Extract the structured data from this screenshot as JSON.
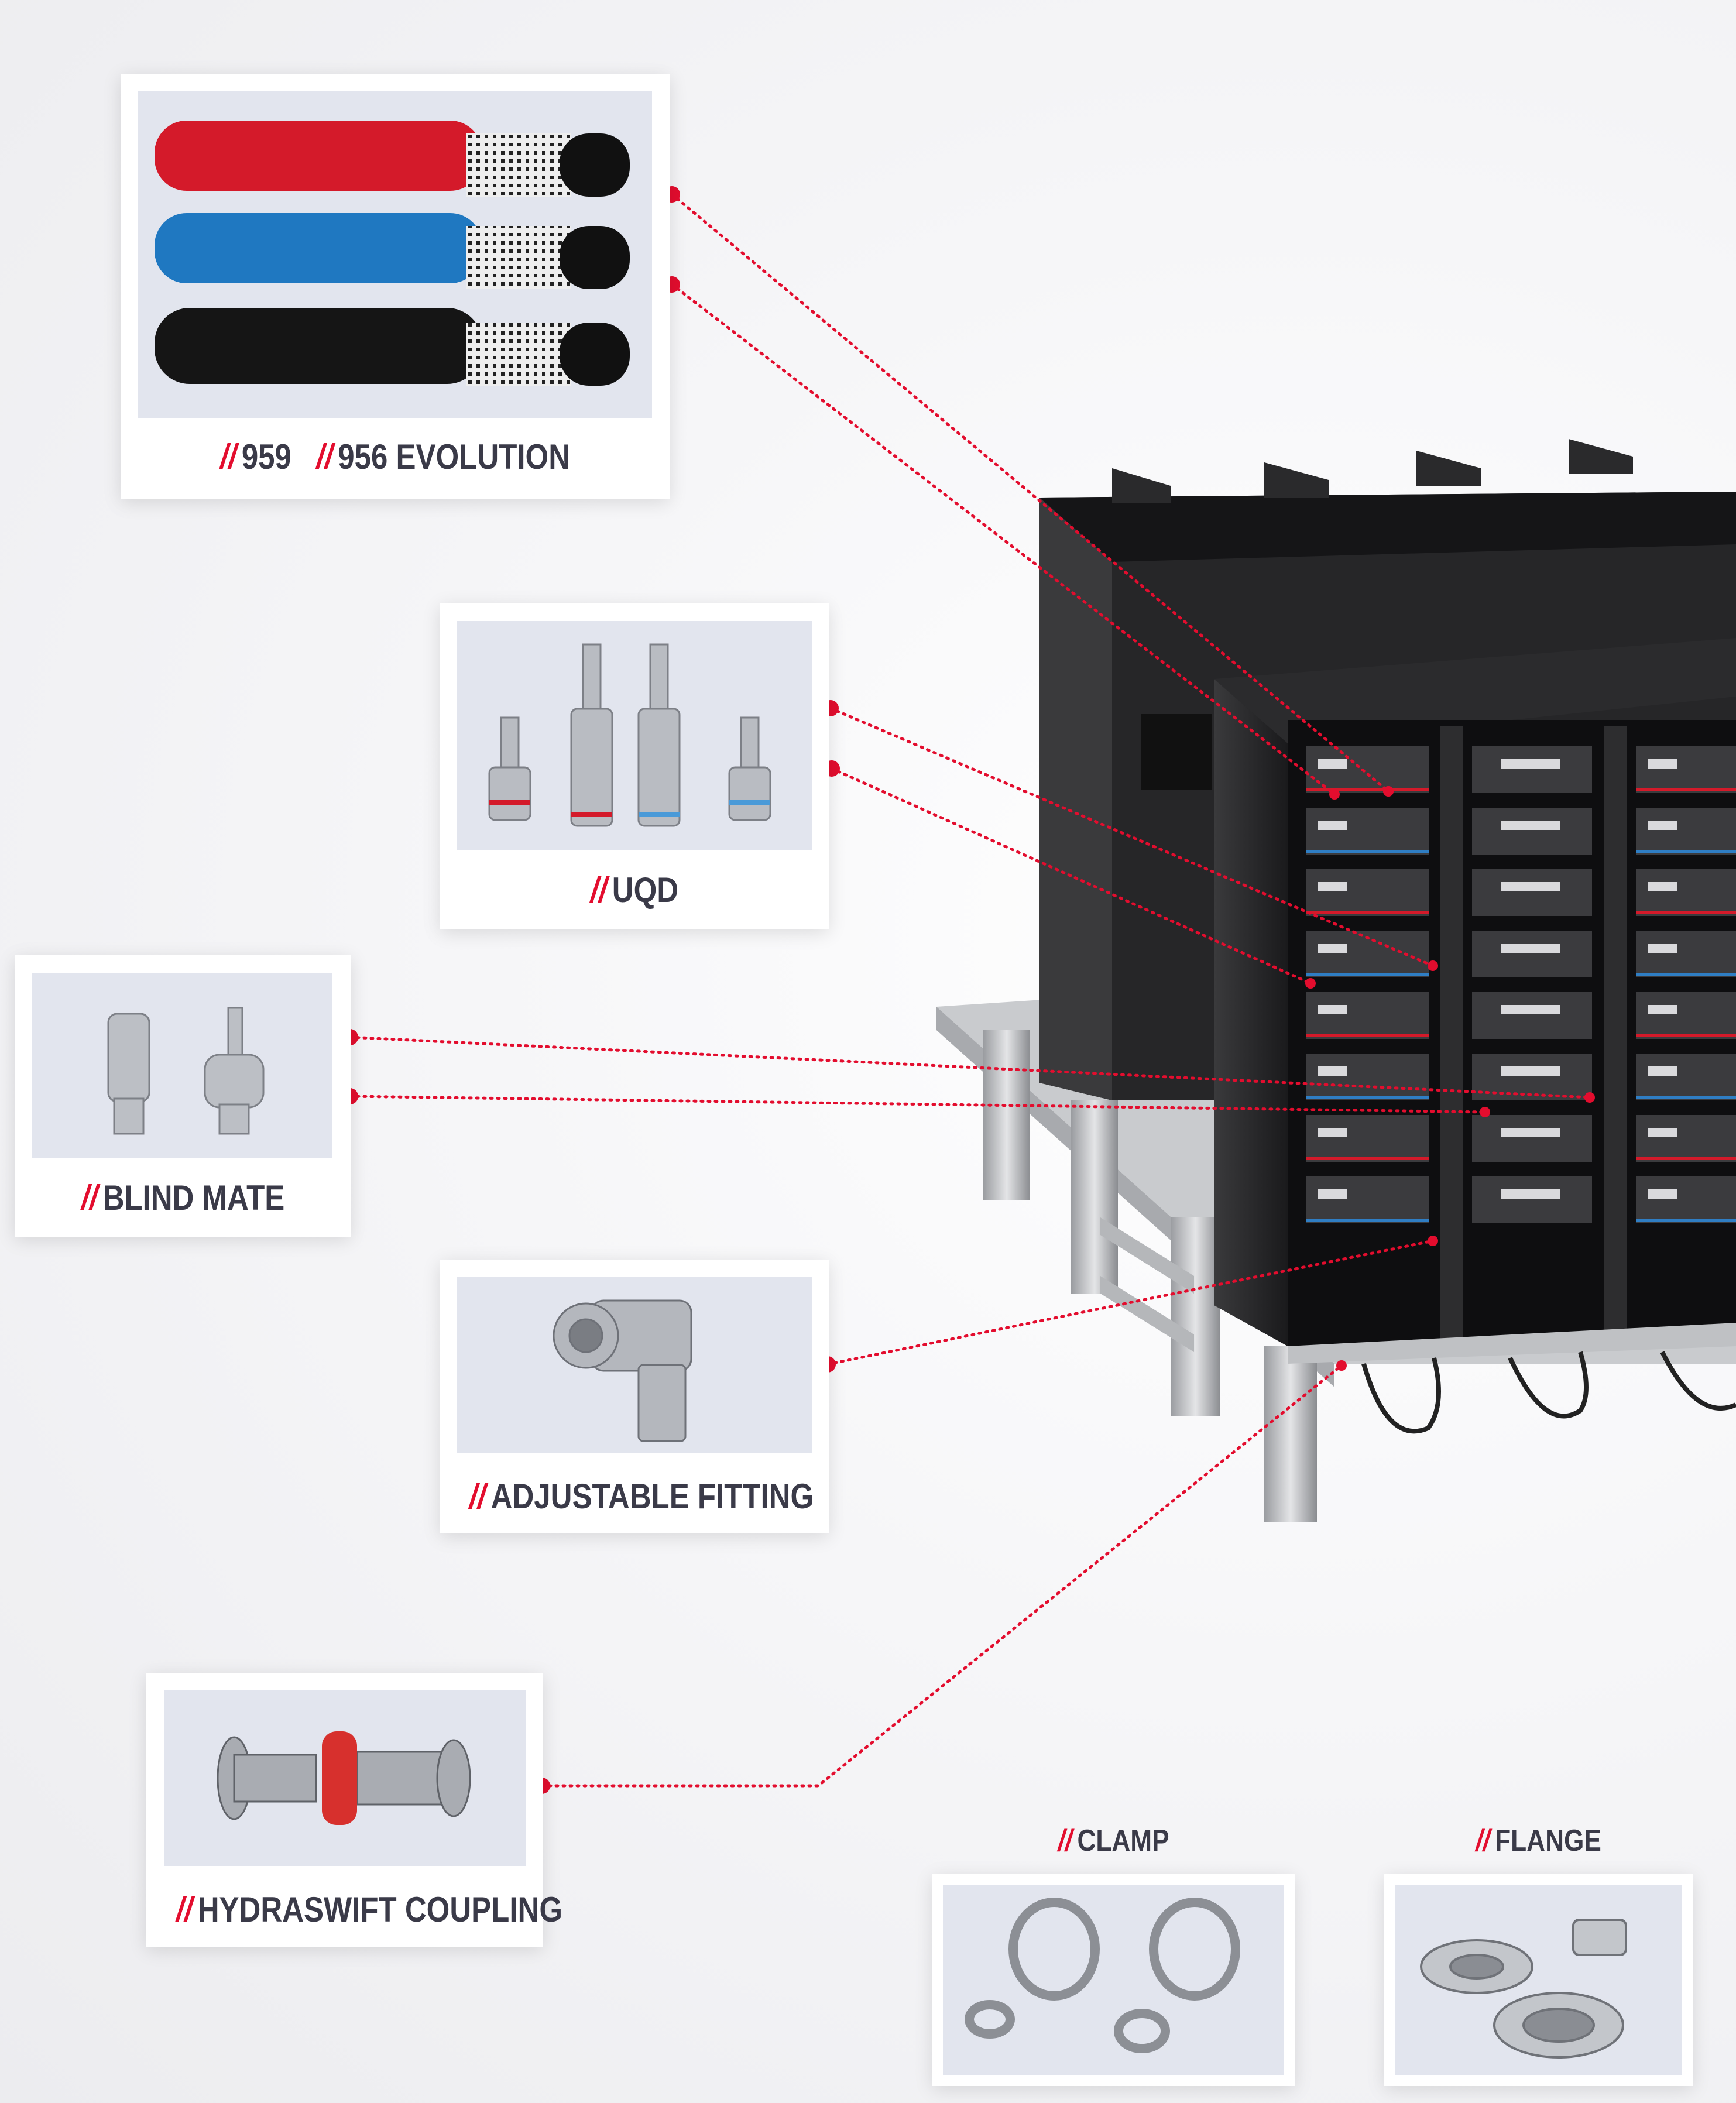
{
  "products": {
    "hose": {
      "slash": "//",
      "label_a": "959",
      "label_b": "956 EVOLUTION"
    },
    "uqd": {
      "slash": "//",
      "label": "UQD"
    },
    "blind_mate": {
      "slash": "//",
      "label": "BLIND MATE"
    },
    "adjustable": {
      "slash": "//",
      "label": "ADJUSTABLE FITTING"
    },
    "hydraswift": {
      "slash": "//",
      "label": "HYDRASWIFT COUPLING"
    },
    "clamp": {
      "slash": "//",
      "label": "CLAMP"
    },
    "flange": {
      "slash": "//",
      "label": "FLANGE"
    }
  },
  "colors": {
    "accent": "#e30d2e",
    "text": "#3a3a48",
    "image_bg": "#e2e5ee",
    "cabinet": "#1e1e20"
  }
}
